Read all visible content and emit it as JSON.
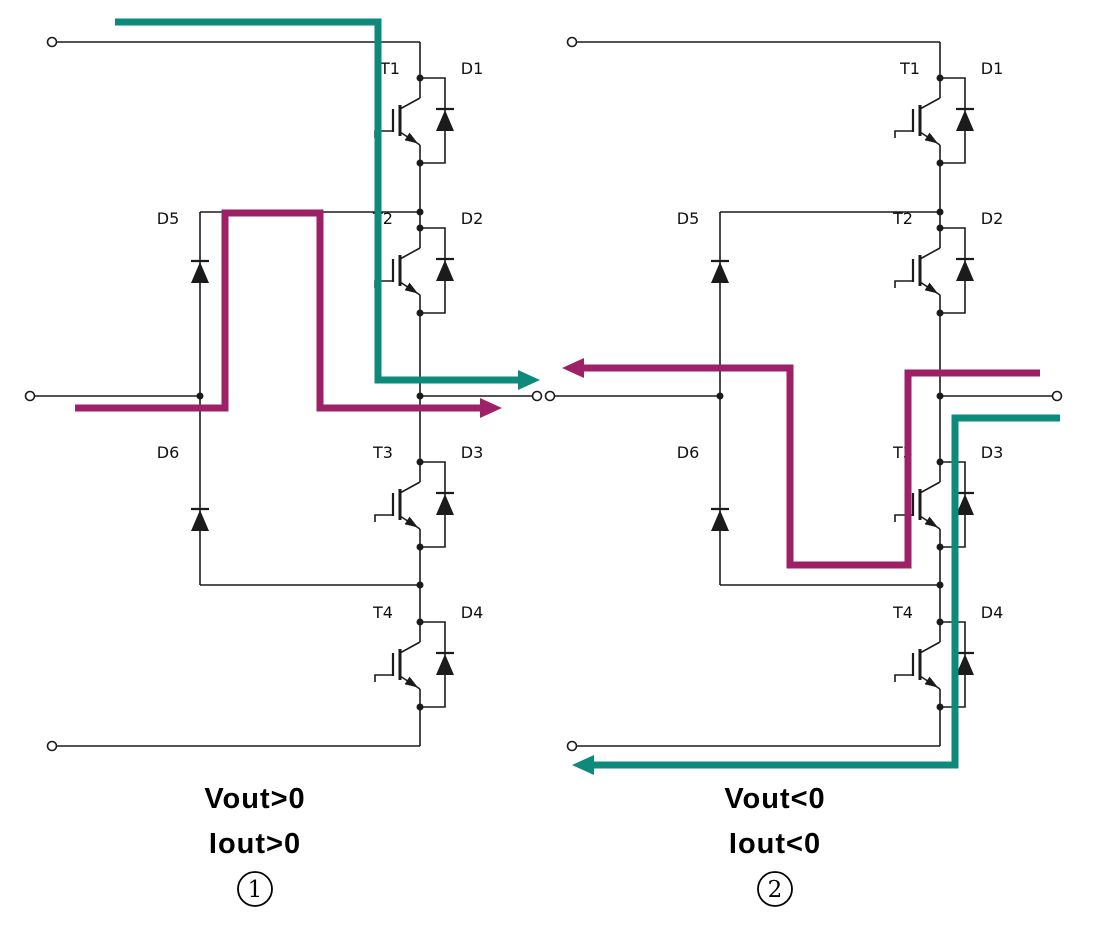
{
  "figure": {
    "background": "#ffffff",
    "colors": {
      "wire": "#1b1b1b",
      "teal": "#0e8a7c",
      "magenta": "#9e2066"
    },
    "circuits": [
      {
        "labels": {
          "t1": "T1",
          "d1": "D1",
          "t2": "T2",
          "d2": "D2",
          "t3": "T3",
          "d3": "D3",
          "t4": "T4",
          "d4": "D4",
          "d5": "D5",
          "d6": "D6"
        },
        "captions": {
          "vout": "Vout>0",
          "iout": "Iout>0",
          "number": "1"
        },
        "paths": {
          "teal": "arrow-right-icon",
          "magenta": "arrow-right-icon"
        }
      },
      {
        "labels": {
          "t1": "T1",
          "d1": "D1",
          "t2": "T2",
          "d2": "D2",
          "t3": "T3",
          "d3": "D3",
          "t4": "T4",
          "d4": "D4",
          "d5": "D5",
          "d6": "D6"
        },
        "captions": {
          "vout": "Vout<0",
          "iout": "Iout<0",
          "number": "2"
        },
        "paths": {
          "teal": "arrow-left-icon",
          "magenta": "arrow-left-icon"
        }
      }
    ]
  }
}
